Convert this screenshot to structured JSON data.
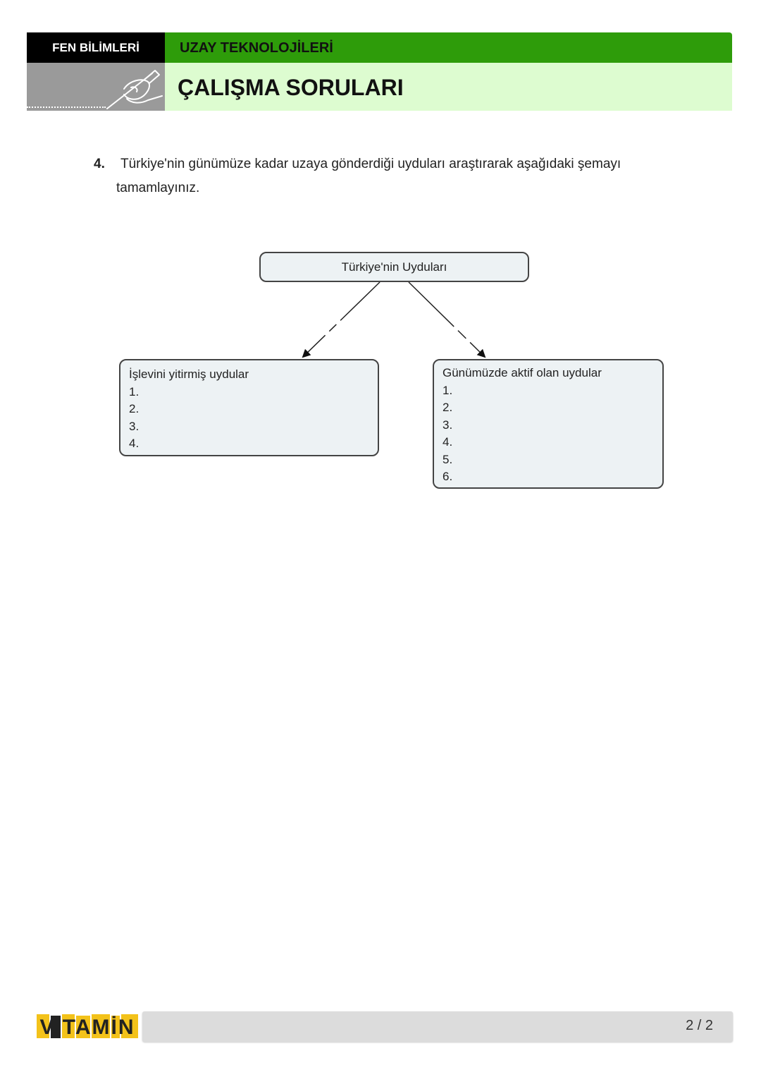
{
  "header": {
    "subject": "FEN BİLİMLERİ",
    "unit": "UZAY TEKNOLOJİLERİ",
    "title": "ÇALIŞMA SORULARI"
  },
  "question": {
    "number": "4.",
    "line1": "Türkiye'nin günümüze kadar uzaya gönderdiği uyduları araştırarak aşağıdaki şemayı",
    "line2": "tamamlayınız."
  },
  "diagram": {
    "root": "Türkiye'nin Uyduları",
    "left": {
      "title": "İşlevini yitirmiş uydular",
      "items": [
        "1.",
        "2.",
        "3.",
        "4."
      ]
    },
    "right": {
      "title": "Günümüzde aktif olan uydular",
      "items": [
        "1.",
        "2.",
        "3.",
        "4.",
        "5.",
        "6."
      ]
    }
  },
  "footer": {
    "logo": "VİTAMİN",
    "page": "2 / 2"
  },
  "colors": {
    "header_green": "#2e9c0a",
    "header_light_green": "#ddfcd0",
    "box_fill": "#edf2f4"
  }
}
